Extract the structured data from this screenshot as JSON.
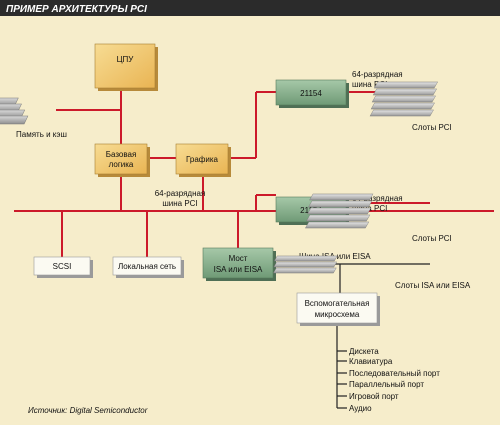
{
  "title": "ПРИМЕР АРХИТЕКТУРЫ PCI",
  "nodes": {
    "cpu": "ЦПУ",
    "memory": "Память и кэш",
    "base_logic_1": "Базовая",
    "base_logic_2": "логика",
    "graphics": "Графика",
    "bridge_top": "21154",
    "bridge_mid": "21154",
    "isa_bridge_1": "Мост",
    "isa_bridge_2": "ISA или EISA",
    "scsi": "SCSI",
    "lan": "Локальная сеть",
    "aux_chip_1": "Вспомогательная",
    "aux_chip_2": "микросхема"
  },
  "labels": {
    "pci_bus_main_1": "64-разрядная",
    "pci_bus_main_2": "шина PCI",
    "pci_bus_top_1": "64-разрядная",
    "pci_bus_top_2": "шина PCI",
    "pci_bus_mid_1": "64-разрядная",
    "pci_bus_mid_2": "шина PCI",
    "pci_slots_top": "Слоты PCI",
    "pci_slots_mid": "Слоты PCI",
    "isa_bus": "Шина ISA или EISA",
    "isa_slots": "Слоты ISA или EISA"
  },
  "peripherals": [
    "Дискета",
    "Клавиатура",
    "Последовательный порт",
    "Параллельный порт",
    "Игровой порт",
    "Аудио"
  ],
  "source": "Источник: Digital Semiconductor",
  "colors": {
    "background": "#f6edcb",
    "title_bar": "#2b2b2b",
    "bus_line": "#cc1a2a",
    "orange_box": "#f2c46e",
    "green_box": "#86ad8c",
    "gray_box": "#d5d5d5",
    "white_box": "#fbfaf2"
  }
}
